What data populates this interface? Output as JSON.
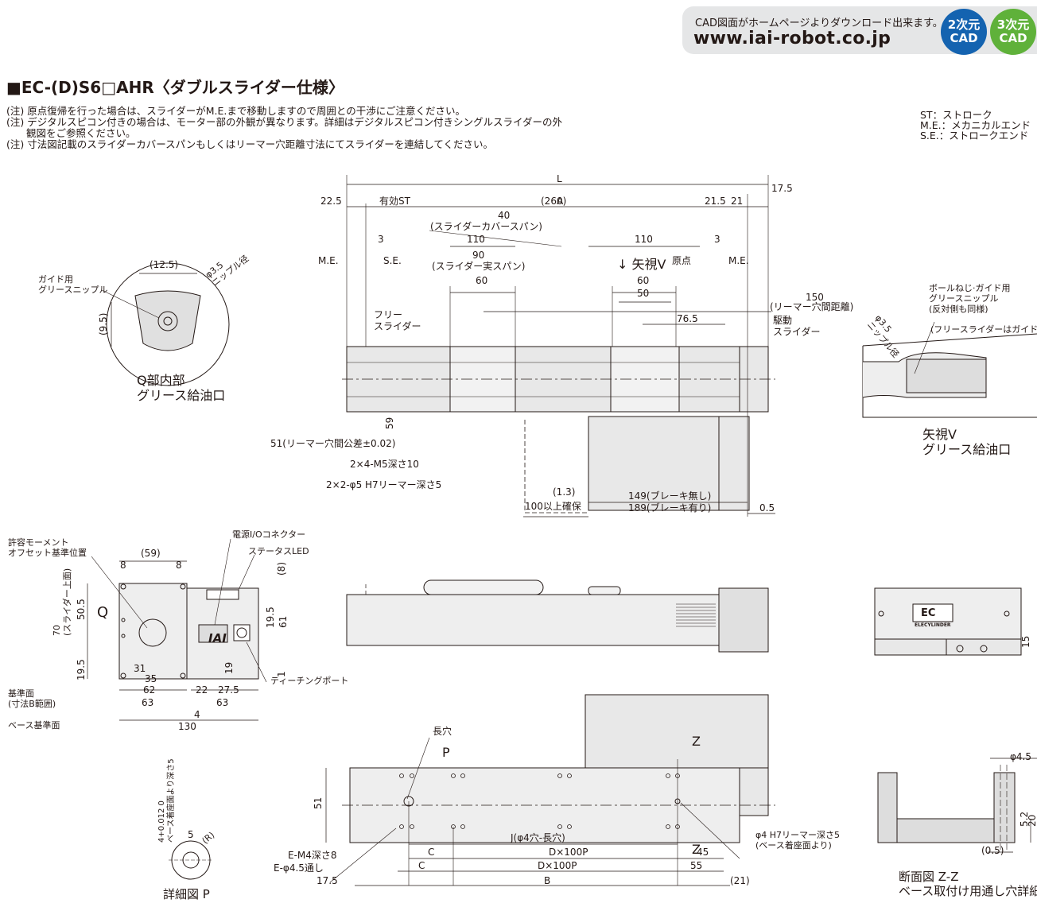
{
  "header": {
    "download_note": "CAD図面がホームページよりダウンロード出来ます。",
    "url": "www.iai-robot.co.jp",
    "badge_2d": "2次元\nCAD",
    "badge_3d": "3次元\nCAD"
  },
  "title": "■EC-(D)S6□AHR〈ダブルスライダー仕様〉",
  "notes": [
    "(注) 原点復帰を行った場合は、スライダーがM.E.まで移動しますので周囲との干渉にご注意ください。",
    "(注) デジタルスピコン付きの場合は、モーター部の外観が異なります。詳細はデジタルスピコン付きシングルスライダーの外",
    "　　観図をご参照ください。",
    "(注) 寸法図記載のスライダーカバースパンもしくはリーマー穴距離寸法にてスライダーを連結してください。"
  ],
  "legend": [
    "ST：ストローク",
    "M.E.：メカニカルエンド",
    "S.E.：ストロークエンド"
  ],
  "labels": {
    "L": "L",
    "A": "A",
    "d17_5": "17.5",
    "d22_5": "22.5",
    "eff_st": "有効ST",
    "d260": "(260)",
    "d21_5": "21.5",
    "d21": "21",
    "d40": "40",
    "cover_span": "(スライダーカバースパン)",
    "d110a": "110",
    "d110b": "110",
    "d3a": "3",
    "d3b": "3",
    "me_left": "M.E.",
    "se": "S.E.",
    "d90": "90",
    "actual_span": "(スライダー実スパン)",
    "arrow_view": "↓ 矢視V",
    "origin": "原点",
    "me_right": "M.E.",
    "d60a": "60",
    "d60b": "60",
    "d50": "50",
    "d150": "150",
    "reamer_dist": "(リーマー穴間距離)",
    "d76_5": "76.5",
    "free_slider": "フリー\nスライダー",
    "drive_slider": "駆動\nスライダー",
    "d59": "59",
    "tol51": "51(リーマー穴間公差±0.02)",
    "m5": "2×4-M5深さ10",
    "h7": "2×2-φ5 H7リーマー深さ5",
    "d1_3": "(1.3)",
    "clearance": "100以上確保",
    "brake_no": "149(ブレーキ無し)",
    "brake_yes": "189(ブレーキ有り)",
    "d0_5": "0.5",
    "grease_nipple": "ガイド用\nグリースニップル",
    "d12_5": "(12.5)",
    "phi35": "φ3.5\nニップル径",
    "d9_5": "(9.5)",
    "q_inner": "Q部内部\nグリース給油口",
    "ball_nipple": "ボールねじ·ガイド用\nグリースニップル\n(反対側も同様)",
    "free_guide": "(フリースライダーはガイド用のみ)",
    "phi35b": "φ3.5\nニップル径",
    "view_v": "矢視V\nグリース給油口",
    "moment": "許容モーメント\nオフセット基準位置",
    "d59p": "(59)",
    "d8a": "8",
    "d8b": "8",
    "power_io": "電源I/Oコネクター",
    "status_led": "ステータスLED",
    "d8p": "(8)",
    "d70": "70\n(スライダー上面)",
    "d50_5": "50.5",
    "Q": "Q",
    "d19_5a": "19.5",
    "d61": "61",
    "d19_5b": "19.5",
    "d1": "1",
    "d31": "31",
    "d35": "35",
    "d62": "62",
    "d63a": "63",
    "d22": "22",
    "d27_5": "27.5",
    "d63b": "63",
    "d4": "4",
    "d130": "130",
    "d19": "19",
    "teaching": "ティーチングポート",
    "base_ref": "基準面\n(寸法B範囲)",
    "base_face": "ベース基準面",
    "ec_logo": "EC",
    "ec_text": "ELECYLINDER",
    "d15": "15",
    "iai": "IAI",
    "long_hole": "長穴",
    "P": "P",
    "Z1": "Z",
    "Z2": "Z",
    "d51": "51",
    "e_m4": "E-M4深さ8",
    "e_phi45": "E-φ4.5通し",
    "J": "J(φ4穴-長穴)",
    "C1": "C",
    "C2": "C",
    "D1": "D×100P",
    "D2": "D×100P",
    "B": "B",
    "d45": "45",
    "d55": "55",
    "d21p": "(21)",
    "d17_5b": "17.5",
    "phi4_h7": "φ4 H7リーマー深さ5\n(ベース着座面より)",
    "d4tol": "4+0.012 0\nベース着座面より深さ5",
    "d5": "5",
    "R": "(R)",
    "detail_p": "詳細図 P",
    "phi45": "φ4.5",
    "d5_2": "5.2",
    "d20": "20",
    "d0_5b": "(0.5)",
    "section_zz": "断面図 Z-Z\nベース取付け用通し穴詳細"
  }
}
